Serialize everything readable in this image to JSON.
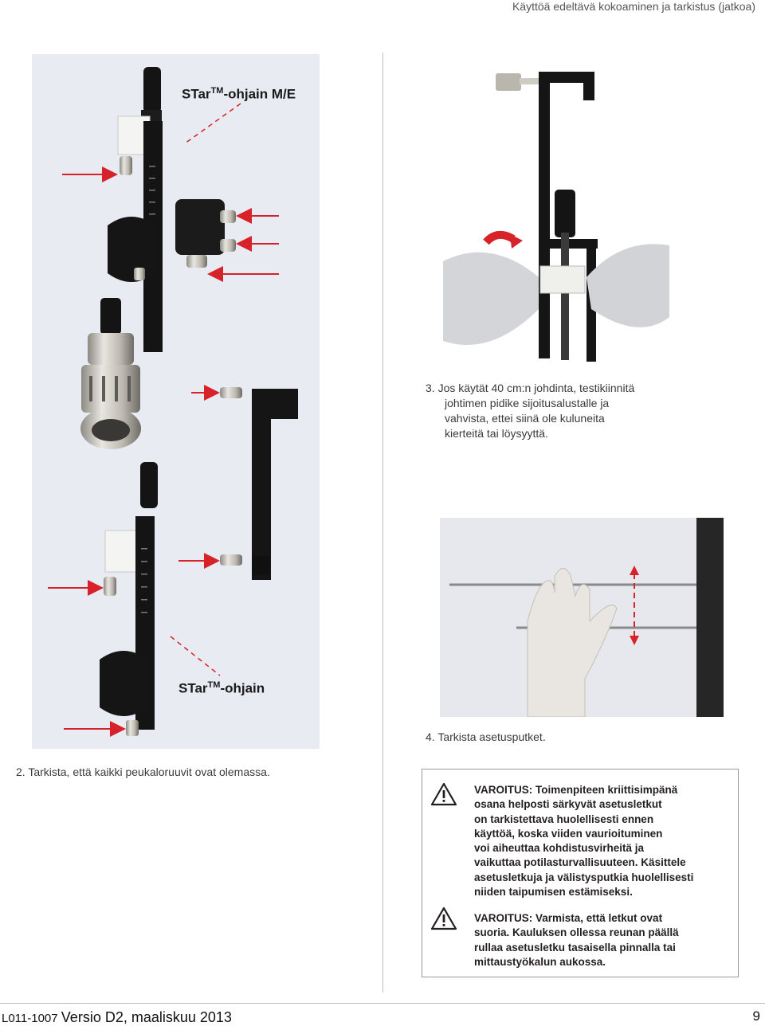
{
  "header": {
    "title": "Käyttöä edeltävä kokoaminen ja tarkistus (jatkoa)"
  },
  "left_figure": {
    "label_top": "STar",
    "label_top_tm": "TM",
    "label_top_suffix": "-ohjain M/E",
    "label_bottom": "STar",
    "label_bottom_tm": "TM",
    "label_bottom_suffix": "-ohjain"
  },
  "steps": {
    "step2": "2. Tarkista, että kaikki peukaloruuvit ovat olemassa.",
    "step3_lines": [
      "3. Jos käytät 40 cm:n johdinta, testikiinnitä",
      "johtimen pidike sijoitusalustalle ja",
      "vahvista, ettei siinä ole kuluneita",
      "kierteitä tai löysyyttä."
    ],
    "step4": "4. Tarkista asetusputket."
  },
  "warnings": [
    {
      "icon": "warning-triangle-icon",
      "lines": [
        "VAROITUS: Toimenpiteen kriittisimpänä",
        "osana helposti särkyvät asetusletkut",
        "on tarkistettava huolellisesti ennen",
        "käyttöä, koska viiden vaurioituminen",
        "voi aiheuttaa kohdistusvirheitä ja",
        "vaikuttaa potilasturvallisuuteen. Käsittele",
        "asetusletkuja ja välistysputkia huolellisesti",
        "niiden taipumisen estämiseksi."
      ]
    },
    {
      "icon": "warning-triangle-icon",
      "lines": [
        "VAROITUS: Varmista, että letkut ovat",
        "suoria. Kauluksen ollessa reunan päällä",
        "rullaa asetusletku tasaisella pinnalla tai",
        "mittaustyökalun aukossa."
      ]
    }
  ],
  "footer": {
    "doc_code": "L011-1007",
    "version": "Versio D2, maaliskuu 2013",
    "page": "9"
  },
  "colors": {
    "arrow_red": "#d8222a",
    "photo_bg": "#e8ebf2",
    "black_part": "#141414"
  }
}
